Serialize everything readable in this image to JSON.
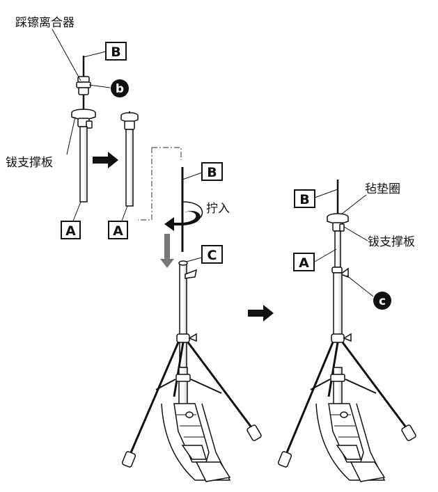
{
  "labels": {
    "clutch": "踩镲离合器",
    "cup_left": "钹支撑板",
    "screw_in": "拧入",
    "felt": "毡垫圈",
    "cup_right": "钹支撑板"
  },
  "parts": {
    "a": "A",
    "b": "B",
    "c": "C",
    "b_small": "b",
    "c_small": "c"
  },
  "colors": {
    "ink": "#111111",
    "gray_arrow": "#777777",
    "box_fill": "#ffffff"
  }
}
